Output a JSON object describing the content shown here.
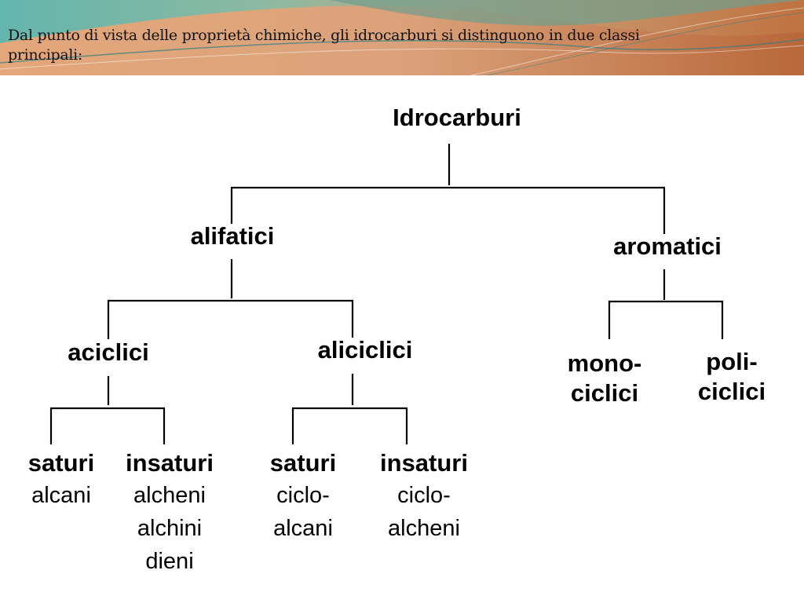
{
  "header": {
    "text": "Dal punto di vista delle proprietà chimiche, gli idrocarburi si distinguono in due classi principali:"
  },
  "tree": {
    "root": "Idrocarburi",
    "alifatici": "alifatici",
    "aromatici": "aromatici",
    "aciclici": "aciclici",
    "aliciclici": "aliciclici",
    "mono": [
      "mono-",
      "ciclici"
    ],
    "poli": [
      "poli-",
      "ciclici"
    ],
    "saturi_1": {
      "title": "saturi",
      "items": [
        "alcani"
      ]
    },
    "insaturi_1": {
      "title": "insaturi",
      "items": [
        "alcheni",
        "alchini",
        "dieni"
      ]
    },
    "saturi_2": {
      "title": "saturi",
      "items": [
        "ciclo-",
        "alcani"
      ]
    },
    "insaturi_2": {
      "title": "insaturi",
      "items": [
        "ciclo-",
        "alcheni"
      ]
    }
  },
  "colors": {
    "banner_teal": "#5fb2a8",
    "banner_orange": "#d68a55",
    "line": "#000000"
  }
}
